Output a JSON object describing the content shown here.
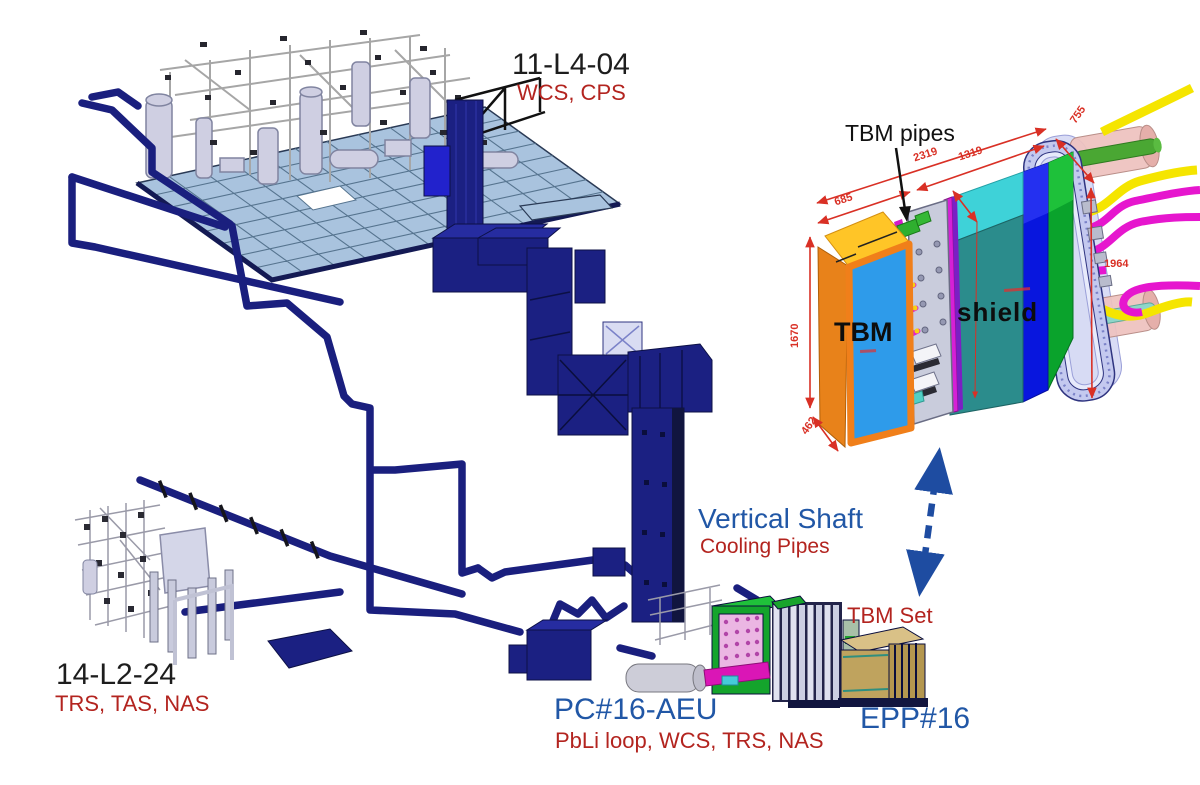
{
  "labels": {
    "area_top": {
      "code": "11-L4-04",
      "systems": "WCS, CPS"
    },
    "area_bottom_left": {
      "code": "14-L2-24",
      "systems": "TRS, TAS, NAS"
    },
    "vertical_shaft": {
      "title": "Vertical Shaft",
      "subtitle": "Cooling Pipes"
    },
    "pc16": {
      "title": "PC#16-AEU",
      "subtitle": "PbLi loop, WCS, TRS, NAS"
    },
    "epp16": {
      "title": "EPP#16"
    },
    "tbm_set": {
      "title": "TBM Set"
    },
    "inset": {
      "pointer": "TBM pipes",
      "tbm": "TBM",
      "shield": "shield"
    }
  },
  "dimensions": {
    "tbm_width": "685",
    "total_width": "2319",
    "shield_width": "1319",
    "flange_depth": "755",
    "flange_height": "1964",
    "tbm_height": "1670",
    "tbm_depth": "462"
  },
  "colors": {
    "navy": "#1b2082",
    "deck": "#a9c3de",
    "label_blue": "#2157a6",
    "label_red": "#b3241f",
    "dimension_red": "#d93025",
    "tbm_orange": "#f07f1a",
    "tbm_blue": "#2e9bea",
    "shield_teal": "#2b8c8c",
    "shield_cyan": "#3ed2d8",
    "slab_blue": "#0816de",
    "slab_green": "#0aa32c",
    "flange_lavender": "#c4c9ef",
    "epp_khaki": "#bfa35e"
  }
}
